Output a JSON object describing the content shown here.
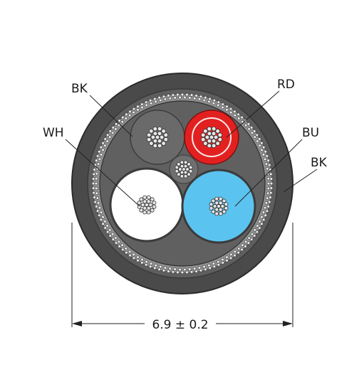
{
  "labels": {
    "outer_left": "BK",
    "red": "RD",
    "white": "WH",
    "blue": "BU",
    "jacket": "BK"
  },
  "dimension": "6.9 ± 0.2",
  "colors": {
    "jacket": "#4a4a4a",
    "jacket_edge": "#2b2b2b",
    "inner": "#5e5e5e",
    "shield_bg": "#8a8a8a",
    "black_core": "#6a6a6a",
    "red_core": "#e32020",
    "white_core": "#ffffff",
    "blue_core": "#5bc3f0",
    "strand": "#d9d9d9"
  }
}
